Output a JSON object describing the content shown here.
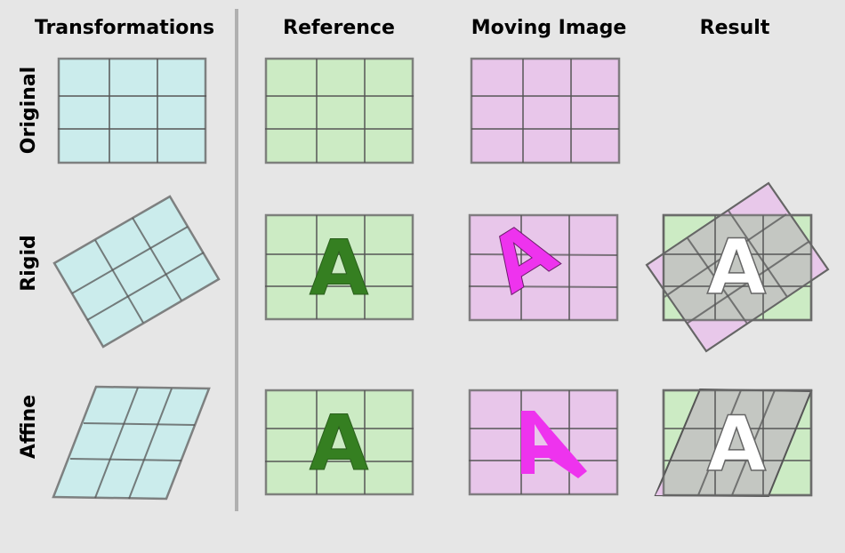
{
  "headers": {
    "transformations": "Transformations",
    "reference": "Reference",
    "moving_image": "Moving Image",
    "result": "Result"
  },
  "rows": {
    "original": "Original",
    "rigid": "Rigid",
    "affine": "Affine"
  },
  "letter": "A",
  "colors": {
    "background": "#e6e6e6",
    "transform_grid": "#cbecec",
    "reference_grid": "#ccebc4",
    "moving_grid": "#e8c6ea",
    "reference_letter": "#357f21",
    "moving_letter": "#ee33ee",
    "overlap": "#c4c7c2",
    "result_letter": "#ffffff",
    "divider": "#b0b0b0"
  }
}
